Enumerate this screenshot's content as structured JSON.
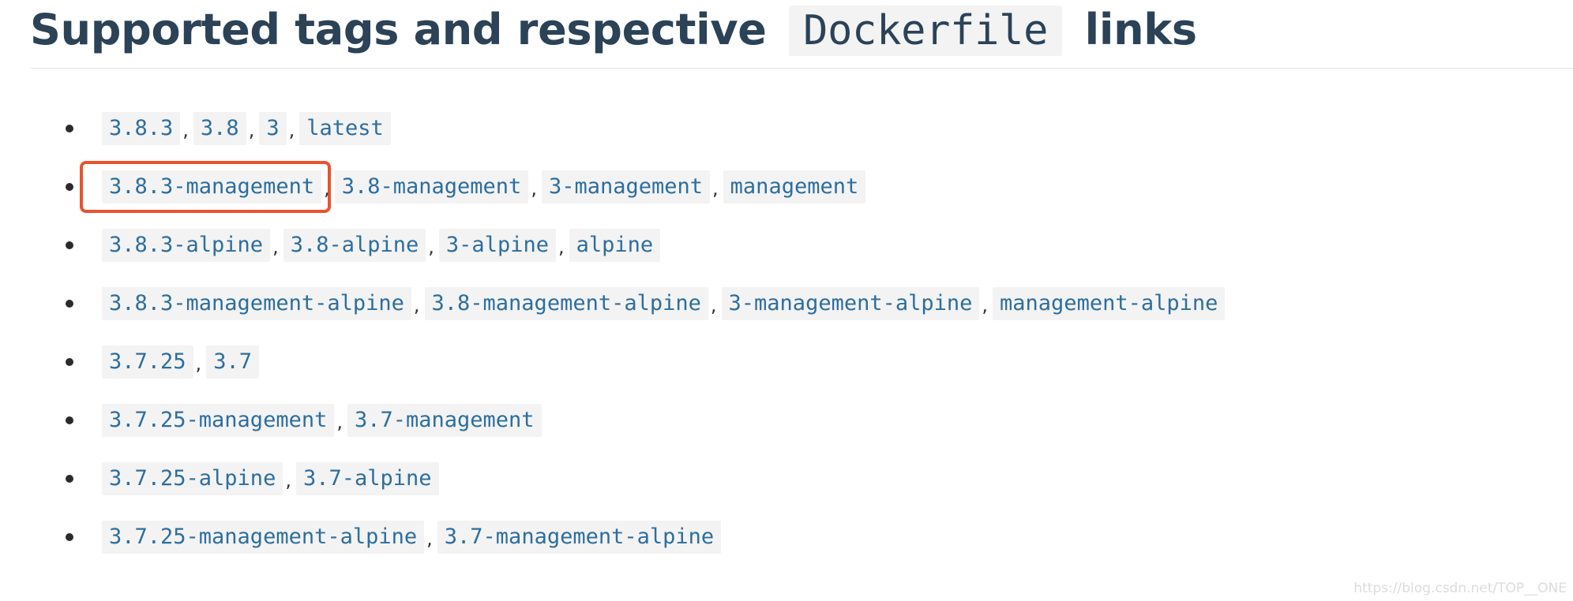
{
  "heading": {
    "before": "Supported tags and respective",
    "code": "Dockerfile",
    "after": "links"
  },
  "tag_rows": [
    {
      "tags": [
        "3.8.3",
        "3.8",
        "3",
        "latest"
      ]
    },
    {
      "tags": [
        "3.8.3-management",
        "3.8-management",
        "3-management",
        "management"
      ],
      "highlighted_index": 0
    },
    {
      "tags": [
        "3.8.3-alpine",
        "3.8-alpine",
        "3-alpine",
        "alpine"
      ]
    },
    {
      "tags": [
        "3.8.3-management-alpine",
        "3.8-management-alpine",
        "3-management-alpine",
        "management-alpine"
      ]
    },
    {
      "tags": [
        "3.7.25",
        "3.7"
      ]
    },
    {
      "tags": [
        "3.7.25-management",
        "3.7-management"
      ]
    },
    {
      "tags": [
        "3.7.25-alpine",
        "3.7-alpine"
      ]
    },
    {
      "tags": [
        "3.7.25-management-alpine",
        "3.7-management-alpine"
      ]
    }
  ],
  "separator": ",",
  "watermark": "https://blog.csdn.net/TOP__ONE",
  "colors": {
    "heading": "#2b4257",
    "link": "#2d6e9e",
    "code_background": "#f3f3f3",
    "highlight_box": "#e9532e"
  }
}
